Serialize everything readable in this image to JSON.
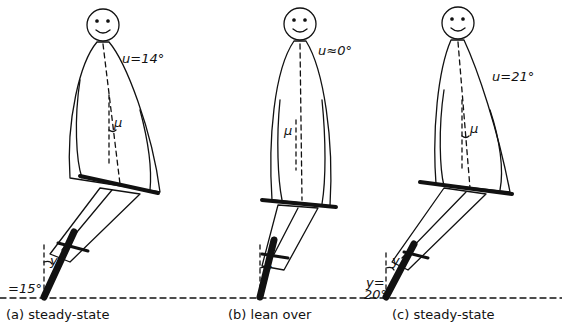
{
  "diagram": {
    "labels": [
      "u=14°",
      "μ",
      "y",
      "=15°",
      "(a) steady-state",
      "u≈0°",
      "μ",
      "y",
      "(b) lean over",
      "u=21°",
      "μ",
      "y",
      "y=",
      "20°",
      "(c) steady-state"
    ]
  }
}
